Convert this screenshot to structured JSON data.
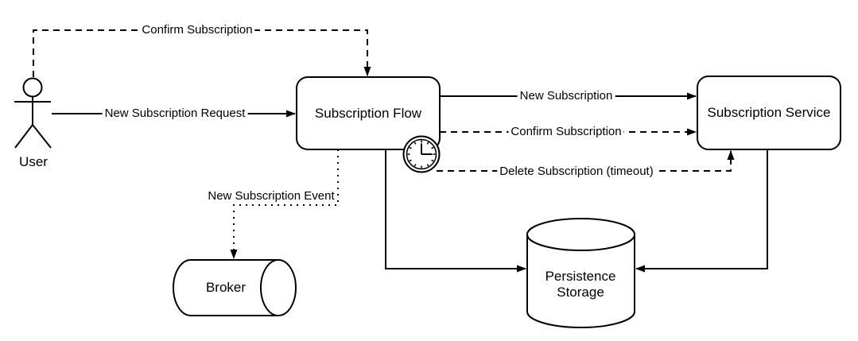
{
  "style": {
    "background": "#ffffff",
    "line_color": "#000000",
    "text_color": "#000000"
  },
  "nodes": {
    "user": {
      "label": "User",
      "shape": "stick-figure-actor"
    },
    "subscription_flow": {
      "label": "Subscription Flow",
      "shape": "rounded-rectangle",
      "badge": "clock-timer"
    },
    "subscription_service": {
      "label": "Subscription Service",
      "shape": "rounded-rectangle"
    },
    "broker": {
      "label": "Broker",
      "shape": "horizontal-cylinder"
    },
    "persistence_storage": {
      "label_lines": [
        "Persistence",
        "Storage"
      ],
      "shape": "database-cylinder"
    }
  },
  "edges": {
    "confirm_subscription_top": {
      "label": "Confirm Subscription",
      "line": "dashed",
      "from": "User",
      "to": "Subscription Flow"
    },
    "new_subscription_request": {
      "label": "New Subscription Request",
      "line": "solid",
      "from": "User",
      "to": "Subscription Flow"
    },
    "new_subscription": {
      "label": "New Subscription",
      "line": "solid",
      "from": "Subscription Flow",
      "to": "Subscription Service"
    },
    "confirm_subscription": {
      "label": "Confirm Subscription",
      "line": "dashed",
      "from": "Subscription Flow",
      "to": "Subscription Service"
    },
    "delete_subscription_timeout": {
      "label": "Delete Subscription (timeout)",
      "line": "dashed",
      "from": "clock-timer",
      "to": "Subscription Service"
    },
    "new_subscription_event": {
      "label": "New Subscription Event",
      "line": "dotted",
      "from": "Subscription Flow",
      "to": "Broker"
    },
    "flow_to_storage": {
      "label": "",
      "line": "solid",
      "from": "Subscription Flow",
      "to": "Persistence Storage"
    },
    "service_to_storage": {
      "label": "",
      "line": "solid",
      "from": "Subscription Service",
      "to": "Persistence Storage"
    }
  }
}
